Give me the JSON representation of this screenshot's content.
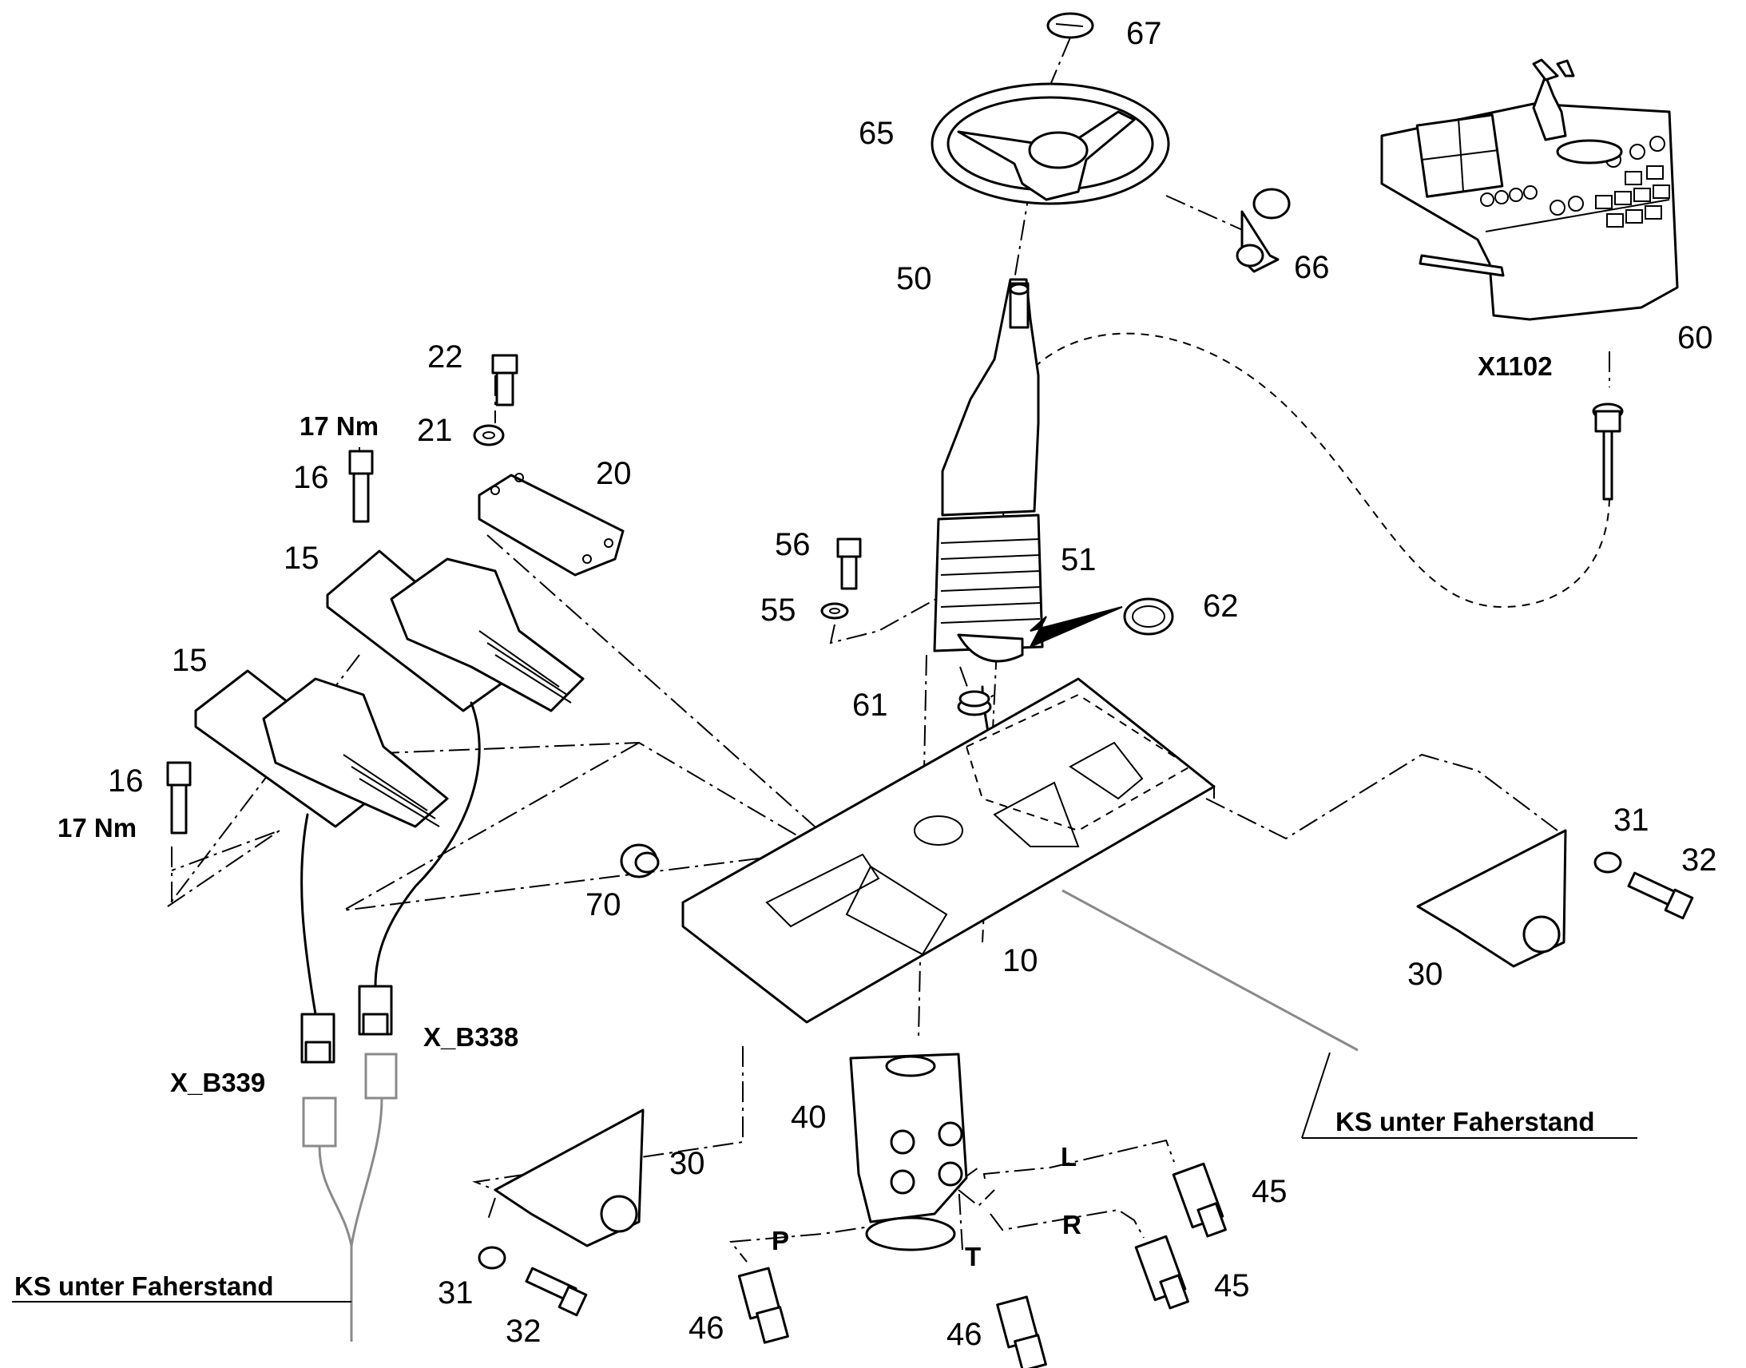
{
  "callouts": {
    "n67": "67",
    "n65": "65",
    "n66": "66",
    "n50": "50",
    "n60": "60",
    "n22": "22",
    "n21": "21",
    "n20": "20",
    "n16a": "16",
    "n15a": "15",
    "n15b": "15",
    "n16b": "16",
    "n56": "56",
    "n55": "55",
    "n51": "51",
    "n62": "62",
    "n61": "61",
    "n70": "70",
    "n10": "10",
    "n31a": "31",
    "n32a": "32",
    "n30a": "30",
    "n40": "40",
    "n30b": "30",
    "n45a": "45",
    "n45b": "45",
    "n31b": "31",
    "n32b": "32",
    "n46a": "46",
    "n46b": "46"
  },
  "labels": {
    "torque_a": "17 Nm",
    "torque_b": "17 Nm",
    "connector_x1102": "X1102",
    "connector_b338": "X_B338",
    "connector_b339": "X_B339",
    "harness_right": "KS unter Faherstand",
    "harness_left": "KS unter Faherstand"
  },
  "ports": {
    "L": "L",
    "R": "R",
    "P": "P",
    "T": "T"
  }
}
